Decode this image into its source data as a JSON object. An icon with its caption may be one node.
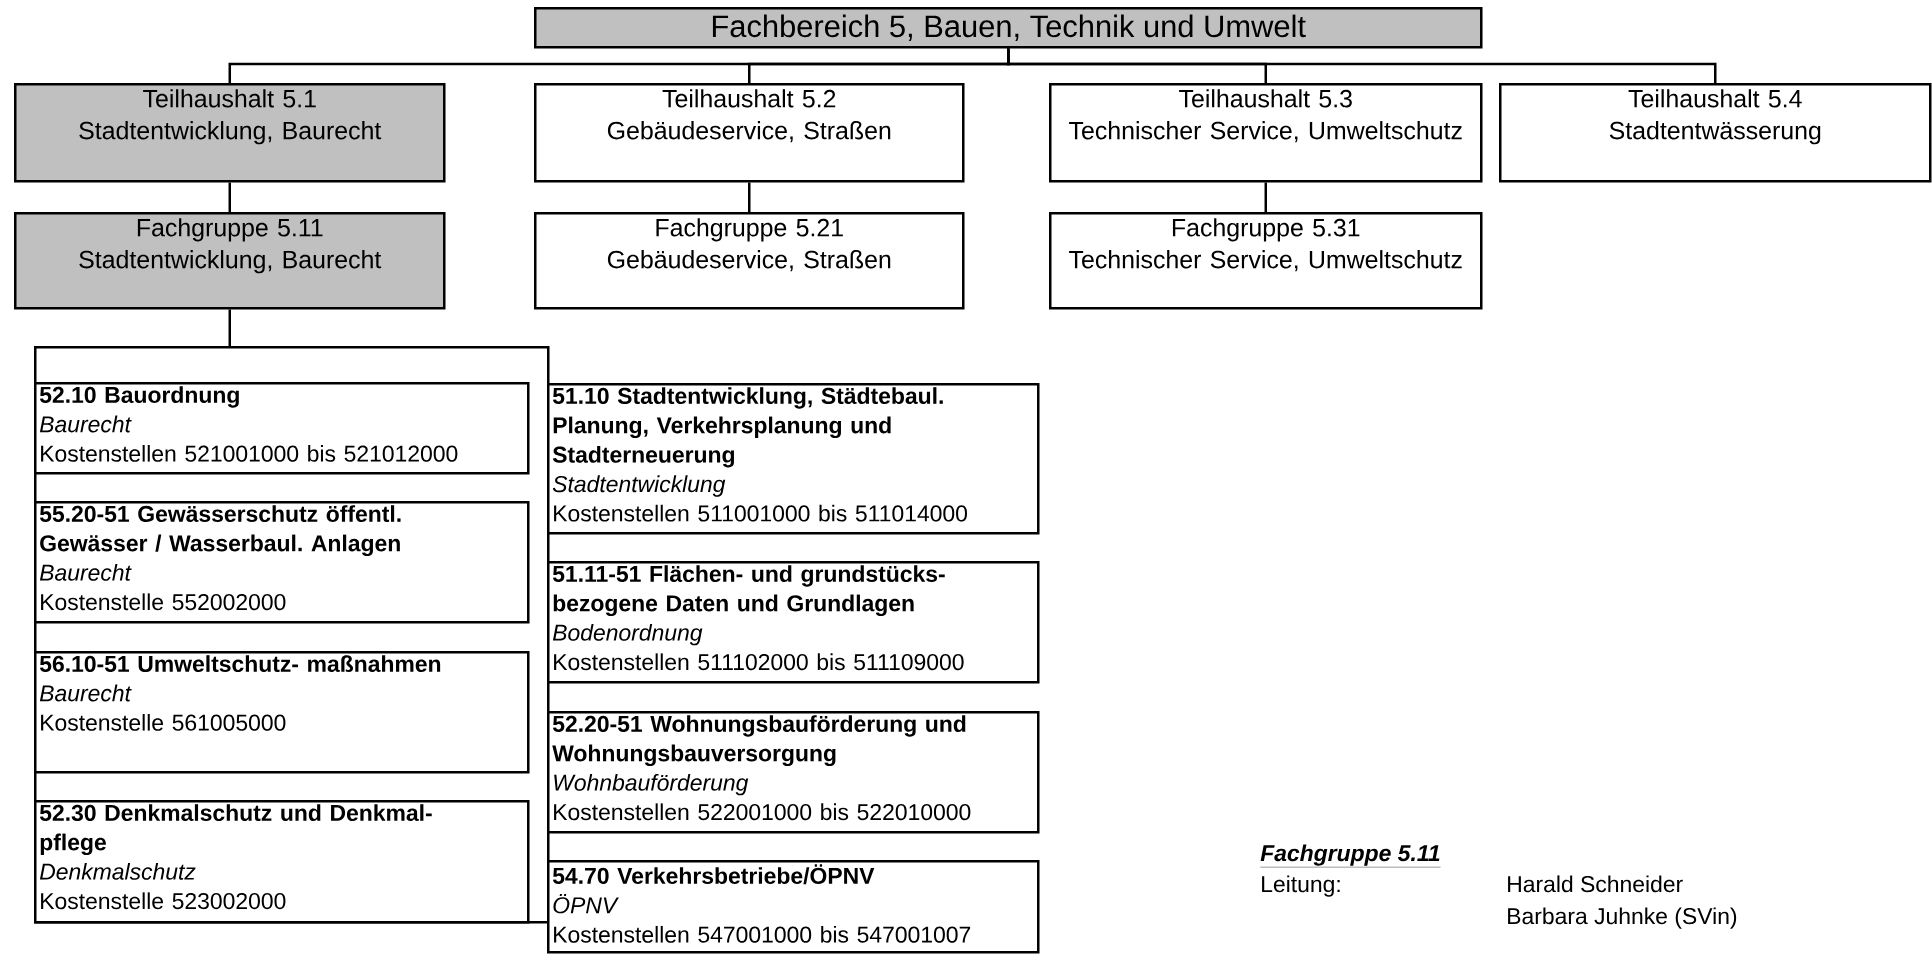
{
  "diagram": {
    "nodes": [
      {
        "text": [
          "Fachbereich 5, Bauen, Technik und Umwelt"
        ]
      },
      {
        "text": [
          "Teilhaushalt 5.1",
          "Stadtentwicklung, Baurecht"
        ]
      },
      {
        "text": [
          "Teilhaushalt 5.2",
          "Gebäudeservice, Straßen"
        ]
      },
      {
        "text": [
          "Teilhaushalt 5.3",
          "Technischer Service, Umweltschutz"
        ]
      },
      {
        "text": [
          "Teilhaushalt 5.4",
          "Stadtentwässerung"
        ]
      },
      {
        "text": [
          "Fachgruppe 5.11",
          "Stadtentwicklung, Baurecht"
        ]
      },
      {
        "text": [
          "Fachgruppe 5.21",
          "Gebäudeservice, Straßen"
        ]
      },
      {
        "text": [
          "Fachgruppe 5.31",
          "Technischer Service, Umweltschutz"
        ]
      },
      {
        "text": [],
        "shape": "box"
      },
      {
        "text": [
          "52.10 Bauordnung",
          "Baurecht",
          "Kostenstellen 521001000 bis 521012000"
        ],
        "in": 8
      },
      {
        "text": [
          "55.20-51 Gewässerschutz öffentl. Gewässer / Wasserbaul. Anlagen",
          "Baurecht",
          "Kostenstelle 552002000"
        ],
        "in": 8
      },
      {
        "text": [
          "56.10-51 Umweltschutz- maßnahmen",
          "Baurecht",
          "Kostenstelle 561005000"
        ],
        "in": 8
      },
      {
        "text": [
          "52.30 Denkmalschutz und Denkmal- pflege",
          "Denkmalschutz",
          "Kostenstelle 523002000"
        ],
        "in": 8
      },
      {
        "text": [
          "51.10 Stadtentwicklung, Städtebaul. Planung, Verkehrsplanung und Stadterneuerung",
          "Stadtentwicklung",
          "Kostenstellen 511001000 bis 511014000"
        ]
      },
      {
        "text": [
          "51.11-51 Flächen- und grundstücks- bezogene Daten und Grundlagen",
          "Bodenordnung",
          "Kostenstellen 511102000 bis 511109000"
        ]
      },
      {
        "text": [
          "52.20-51 Wohnungsbauförderung und Wohnungsbauversorgung",
          "Wohnbauförderung",
          "Kostenstellen 522001000 bis 522010000"
        ]
      },
      {
        "text": [
          "54.70 Verkehrsbetriebe/ÖPNV",
          "ÖPNV",
          "Kostenstellen 547001000 bis 547001007"
        ]
      }
    ],
    "edges": [
      {
        "from": 0,
        "to": 1,
        "arrow": "none"
      },
      {
        "from": 0,
        "to": 2,
        "arrow": "none"
      },
      {
        "from": 0,
        "to": 3,
        "arrow": "none"
      },
      {
        "from": 0,
        "to": 4,
        "arrow": "none"
      },
      {
        "from": 1,
        "to": 5,
        "arrow": "none"
      },
      {
        "from": 2,
        "to": 6,
        "arrow": "none"
      },
      {
        "from": 3,
        "to": 7,
        "arrow": "none"
      },
      {
        "from": 5,
        "to": 8,
        "arrow": "none"
      }
    ],
    "labels": [
      "Fachgruppe 5.11",
      "Leitung:",
      "Harald Schneider",
      "Barbara Juhnke (SVin)"
    ]
  }
}
